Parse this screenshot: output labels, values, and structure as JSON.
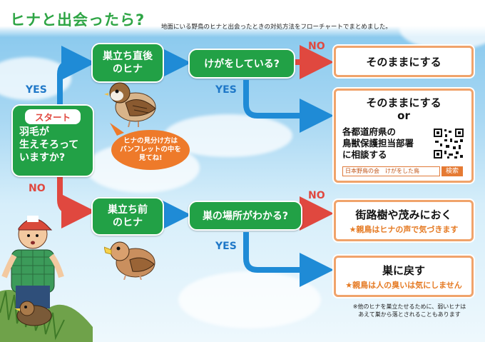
{
  "header": {
    "title": "ヒナと出会ったら?",
    "subtitle": "地面にいる野鳥のヒナと出会ったときの対処方法をフローチャートでまとめました。"
  },
  "start": {
    "badge": "スタート",
    "question_lines": [
      "羽毛が",
      "生えそろって",
      "いますか?"
    ]
  },
  "branch_fledgling": {
    "label_lines": [
      "巣立ち直後",
      "のヒナ"
    ],
    "question": "けがをしている?"
  },
  "branch_nestling": {
    "label_lines": [
      "巣立ち前",
      "のヒナ"
    ],
    "question": "巣の場所がわかる?"
  },
  "bubble": {
    "lines": [
      "ヒナの見分け方は",
      "パンフレットの中を",
      "見てね!"
    ]
  },
  "yes": "YES",
  "no": "NO",
  "result_leave": "そのままにする",
  "result_consult": {
    "line1": "そのままにする",
    "or": "or",
    "body_lines": [
      "各都道府県の",
      "鳥獣保護担当部署",
      "に相談する"
    ],
    "search_text": "日本野鳥の会　けがをした鳥",
    "search_button": "検索"
  },
  "result_tree": {
    "title": "街路樹や茂みにおく",
    "note": "★親鳥はヒナの声で気づきます"
  },
  "result_nest": {
    "title": "巣に戻す",
    "note": "★親鳥は人の臭いは気にしません"
  },
  "footnote_lines": [
    "※他のヒナを巣立たせるために、弱いヒナは",
    "あえて巣から落とされることもあります"
  ],
  "colors": {
    "green": "#22a146",
    "orange_border": "#f0a36b",
    "yes_arrow": "#1f8bd6",
    "no_arrow": "#e0483f"
  }
}
